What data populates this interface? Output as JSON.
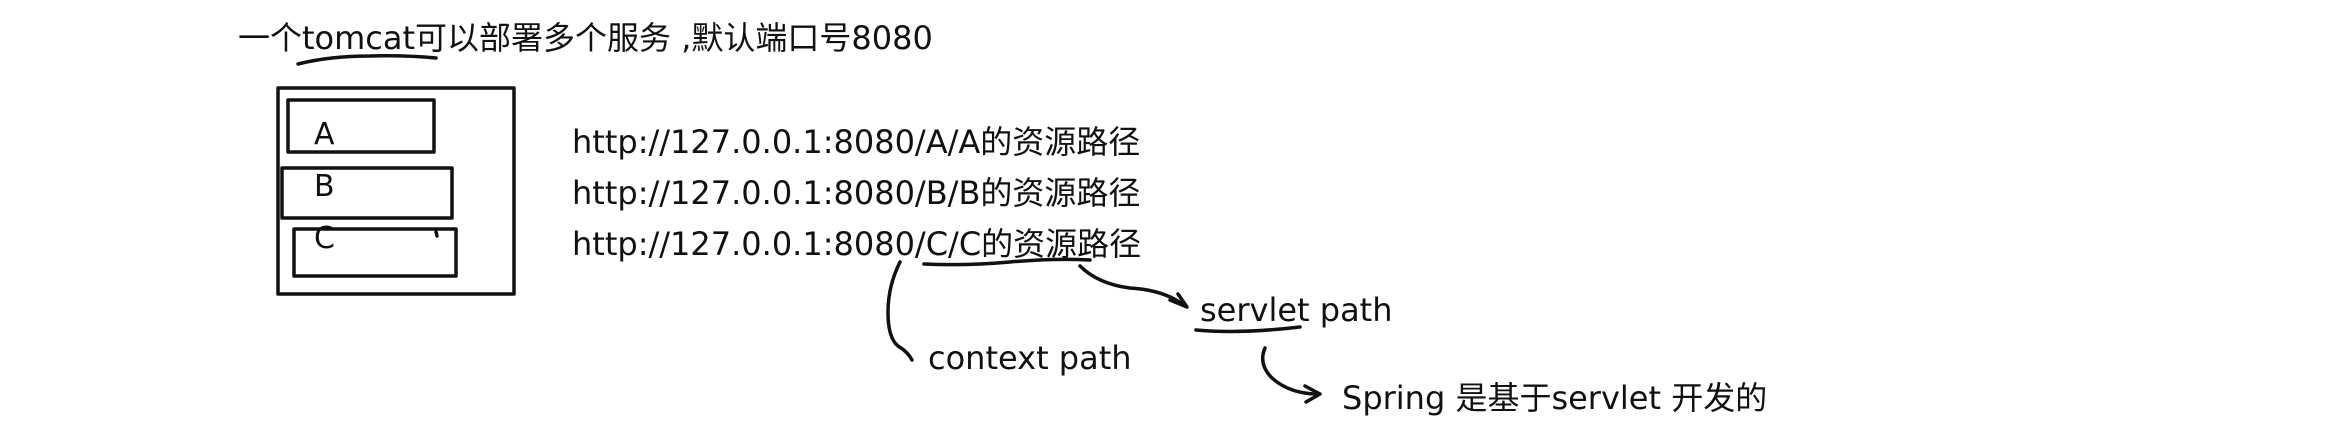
{
  "title": "一个tomcat可以部署多个服务 ,默认端口号8080",
  "tomcat_box": {
    "apps": [
      {
        "label": "A"
      },
      {
        "label": "B"
      },
      {
        "label": "C"
      }
    ]
  },
  "urls": [
    "http://127.0.0.1:8080/A/A的资源路径",
    "http://127.0.0.1:8080/B/B的资源路径",
    "http://127.0.0.1:8080/C/C的资源路径"
  ],
  "annotations": {
    "servlet_path": "servlet path",
    "context_path": "context path",
    "spring_note": "Spring 是基于servlet 开发的"
  }
}
